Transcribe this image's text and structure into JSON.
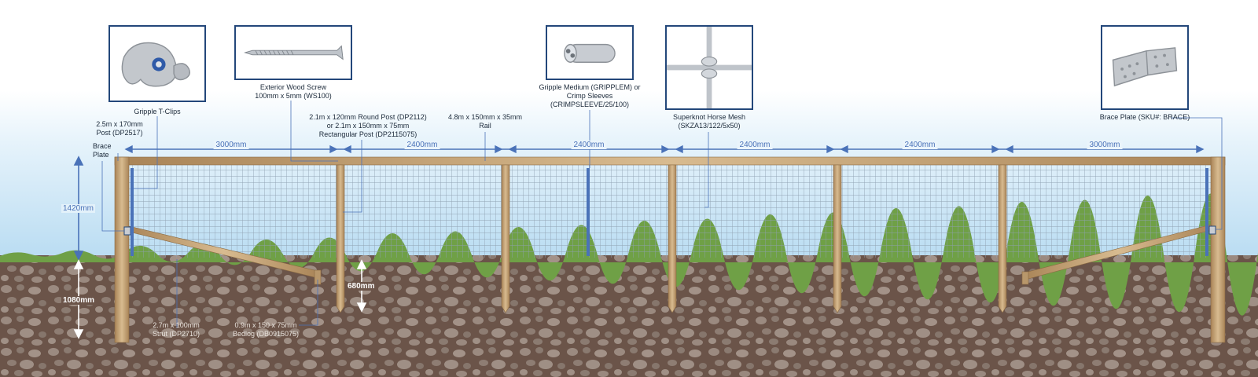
{
  "products": {
    "gripple_tclips": "Gripple T-Clips",
    "wood_screw_l1": "Exterior Wood Screw",
    "wood_screw_l2": "100mm x 5mm (WS100)",
    "gripple_medium_l1": "Gripple Medium (GRIPPLEM) or",
    "gripple_medium_l2": "Crimp Sleeves",
    "gripple_medium_l3": "(CRIMPSLEEVE/25/100)",
    "superknot_l1": "Superknot Horse Mesh",
    "superknot_l2": "(SKZA13/122/5x50)",
    "brace_plate_sku": "Brace Plate (SKU#: BRACE)"
  },
  "labels": {
    "end_post_l1": "2.5m x 170mm",
    "end_post_l2": "Post (DP2517)",
    "brace_plate_l1": "Brace",
    "brace_plate_l2": "Plate",
    "round_post_l1": "2.1m x 120mm  Round Post (DP2112)",
    "round_post_l2": "or 2.1m x 150mm x 75mm",
    "round_post_l3": "Rectangular Post (DP2115075)",
    "rail_l1": "4.8m x 150mm x 35mm",
    "rail_l2": "Rail",
    "strut_l1": "2.7m x 100mm",
    "strut_l2": "Strut (DP2710)",
    "bedlog_l1": "0.9m x 150 x 75mm",
    "bedlog_l2": "Bedlog (DB0915075)"
  },
  "dimensions": {
    "spans": [
      "3000mm",
      "2400mm",
      "2400mm",
      "2400mm",
      "2400mm",
      "3000mm"
    ],
    "height_above": "1420mm",
    "depth_below": "1080mm",
    "post_depth": "680mm"
  },
  "colors": {
    "accent": "#4a72b8",
    "frame": "#23477a",
    "timber": "#c9a77b",
    "soil": "#6b5449",
    "grass": "#6fa046"
  }
}
